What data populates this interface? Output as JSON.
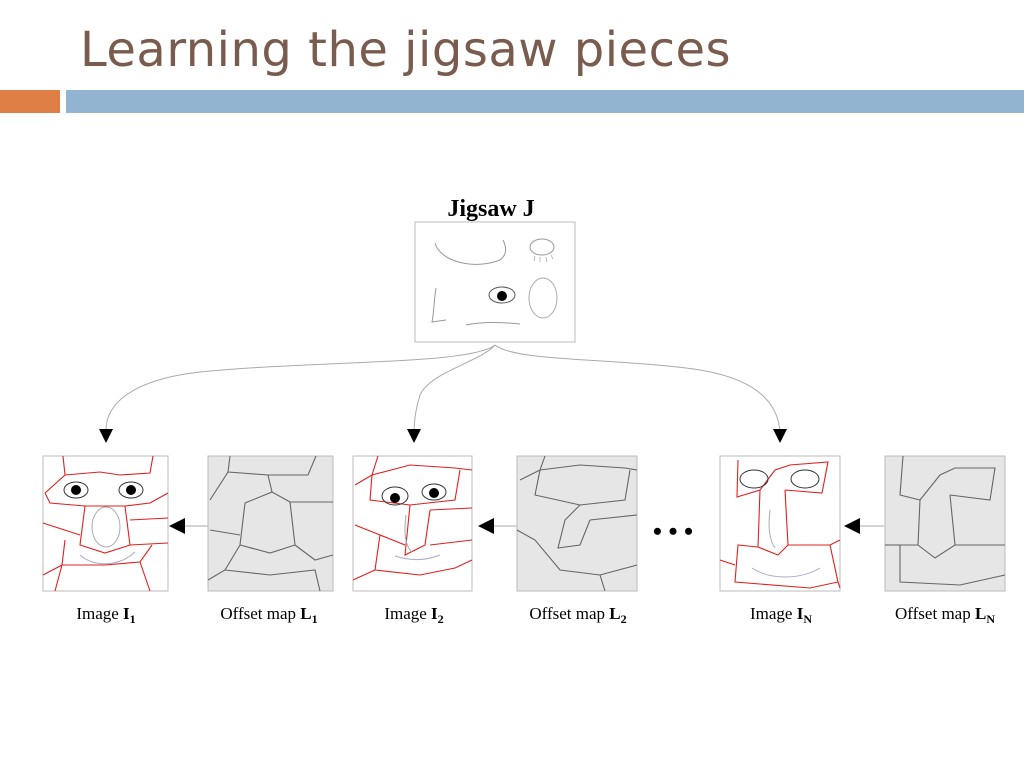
{
  "slide": {
    "title": "Learning the jigsaw pieces"
  },
  "diagram": {
    "jigsaw_title": "Jigsaw J",
    "ellipsis": "• • •",
    "panels": [
      {
        "kind": "image",
        "prefix": "Image",
        "letter": "I",
        "sub": "1"
      },
      {
        "kind": "offset",
        "prefix": "Offset map",
        "letter": "L",
        "sub": "1"
      },
      {
        "kind": "image",
        "prefix": "Image",
        "letter": "I",
        "sub": "2"
      },
      {
        "kind": "offset",
        "prefix": "Offset map",
        "letter": "L",
        "sub": "2"
      },
      {
        "kind": "image",
        "prefix": "Image",
        "letter": "I",
        "sub": "N"
      },
      {
        "kind": "offset",
        "prefix": "Offset map",
        "letter": "L",
        "sub": "N"
      }
    ],
    "colors": {
      "title": "#7a5c4e",
      "accent_orange": "#e07f45",
      "accent_blue": "#93b4d0",
      "segment_edges": "#e02020",
      "offset_fill": "#e6e6e6"
    }
  }
}
